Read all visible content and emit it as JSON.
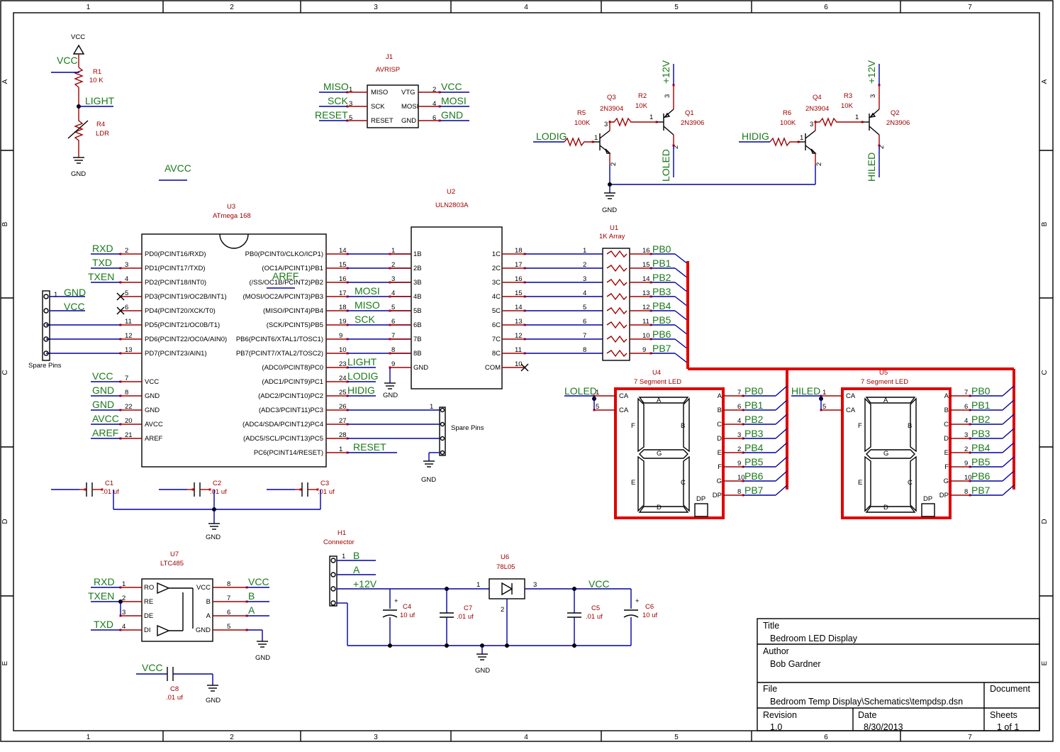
{
  "frame": {
    "cols": [
      "1",
      "2",
      "3",
      "4",
      "5",
      "6",
      "7"
    ],
    "rows": [
      "A",
      "B",
      "C",
      "D",
      "E"
    ]
  },
  "title_block": {
    "title_label": "Title",
    "title": "Bedroom LED Display",
    "author_label": "Author",
    "author": "Bob Gardner",
    "file_label": "File",
    "file": "Bedroom Temp Display\\Schematics\\tempdsp.dsn",
    "document_label": "Document",
    "revision_label": "Revision",
    "revision": "1.0",
    "date_label": "Date",
    "date": "8/30/2013",
    "sheets_label": "Sheets",
    "sheets": "1 of 1"
  },
  "nets": {
    "vcc": "VCC",
    "gnd": "GND",
    "light": "LIGHT",
    "miso": "MISO",
    "mosi": "MOSI",
    "sck": "SCK",
    "reset": "RESET",
    "v12": "+12V",
    "lodig": "LODIG",
    "hidig": "HIDIG",
    "loled": "LOLED",
    "hiled": "HILED",
    "rxd": "RXD",
    "txd": "TXD",
    "txen": "TXEN",
    "avcc": "AVCC",
    "aref": "AREF",
    "a": "A",
    "b": "B",
    "pb": [
      "PB0",
      "PB1",
      "PB2",
      "PB3",
      "PB4",
      "PB5",
      "PB6",
      "PB7"
    ]
  },
  "refs": {
    "r1": "R1",
    "r1v": "10 K",
    "r4": "R4",
    "r4v": "LDR",
    "j1": "J1",
    "j1v": "AVRISP",
    "r5": "R5",
    "r5v": "100K",
    "q3": "Q3",
    "q3v": "2N3904",
    "r2": "R2",
    "r2v": "10K",
    "q1": "Q1",
    "q1v": "2N3906",
    "r6": "R6",
    "r6v": "100K",
    "q4": "Q4",
    "q4v": "2N3904",
    "r3": "R3",
    "r3v": "10K",
    "q2": "Q2",
    "q2v": "2N3906",
    "u3": "U3",
    "u3v": "ATmega 168",
    "u2": "U2",
    "u2v": "ULN2803A",
    "u1": "U1",
    "u1v": "1K Array",
    "u4": "U4",
    "u4v": "7 Segment LED",
    "u5": "U5",
    "u5v": "7 Segment LED",
    "c1": "C1",
    "c2": "C2",
    "c3": "C3",
    "cap_v": ".01 uf",
    "u7": "U7",
    "u7v": "LTC485",
    "h1": "H1",
    "h1v": "Connector",
    "u6": "U6",
    "u6v": "78L05",
    "c4": "C4",
    "c5": "C5",
    "c6": "C6",
    "c7": "C7",
    "c8": "C8",
    "c10uf": "10 uf",
    "spare": "Spare Pins"
  },
  "u3_left": [
    {
      "pin": "2",
      "name": "PD0(PCINT16/RXD)"
    },
    {
      "pin": "3",
      "name": "PD1(PCINT17/TXD)"
    },
    {
      "pin": "4",
      "name": "PD2(PCINT18/INT0)"
    },
    {
      "pin": "5",
      "name": "PD3(PCINT19/OC2B/INT1)"
    },
    {
      "pin": "6",
      "name": "PD4(PCINT20/XCK/T0)"
    },
    {
      "pin": "11",
      "name": "PD5(PCINT21/OC0B/T1)"
    },
    {
      "pin": "12",
      "name": "PD6(PCINT22/OC0A/AIN0)"
    },
    {
      "pin": "13",
      "name": "PD7(PCINT23/AIN1)"
    },
    {
      "pin": "7",
      "name": "VCC"
    },
    {
      "pin": "8",
      "name": "GND"
    },
    {
      "pin": "22",
      "name": "GND"
    },
    {
      "pin": "20",
      "name": "AVCC"
    },
    {
      "pin": "21",
      "name": "AREF"
    }
  ],
  "u3_right": [
    {
      "pin": "14",
      "name": "PB0(PCINT0/CLKO/ICP1)"
    },
    {
      "pin": "15",
      "name": "(OC1A/PCINT1)PB1"
    },
    {
      "pin": "16",
      "name": "(/SS/OC1B/PCINT2)PB2"
    },
    {
      "pin": "17",
      "name": "(MOSI/OC2A/PCINT3)PB3"
    },
    {
      "pin": "18",
      "name": "(MISO/PCINT4)PB4"
    },
    {
      "pin": "19",
      "name": "(SCK/PCINT5)PB5"
    },
    {
      "pin": "9",
      "name": "PB6(PCINT6/XTAL1/TOSC1)"
    },
    {
      "pin": "10",
      "name": "PB7(PCINT7/XTAL2/TOSC2)"
    },
    {
      "pin": "23",
      "name": "(ADC0/PCINT8)PC0"
    },
    {
      "pin": "24",
      "name": "(ADC1/PCINT9)PC1"
    },
    {
      "pin": "25",
      "name": "(ADC2/PCINT10)PC2"
    },
    {
      "pin": "26",
      "name": "(ADC3/PCINT11)PC3"
    },
    {
      "pin": "27",
      "name": "(ADC4/SDA/PCINT12)PC4"
    },
    {
      "pin": "28",
      "name": "(ADC5/SCL/PCINT13)PC5"
    },
    {
      "pin": "1",
      "name": "PC6(PCINT14/RESET)"
    }
  ],
  "u2": {
    "inputs": [
      "1B",
      "2B",
      "3B",
      "4B",
      "5B",
      "6B",
      "7B",
      "8B",
      "GND"
    ],
    "in_pins": [
      "1",
      "2",
      "3",
      "4",
      "5",
      "6",
      "7",
      "8",
      "9"
    ],
    "outputs": [
      "1C",
      "2C",
      "3C",
      "4C",
      "5C",
      "6C",
      "7C",
      "8C",
      "COM"
    ],
    "out_pins": [
      "18",
      "17",
      "16",
      "15",
      "14",
      "13",
      "12",
      "11",
      "10"
    ]
  },
  "u1": {
    "in_pins": [
      "1",
      "2",
      "3",
      "4",
      "5",
      "6",
      "7",
      "8"
    ],
    "out_pins": [
      "16",
      "15",
      "14",
      "13",
      "12",
      "11",
      "10",
      "9"
    ]
  },
  "seg": {
    "segs": [
      "A",
      "B",
      "C",
      "D",
      "E",
      "F",
      "G",
      "DP"
    ],
    "seg_pins": [
      "7",
      "6",
      "4",
      "3",
      "2",
      "9",
      "10",
      "8"
    ],
    "ca": "CA",
    "face": [
      "A",
      "F",
      "B",
      "G",
      "E",
      "C",
      "D",
      "DP"
    ]
  },
  "j1": {
    "left": [
      "MISO",
      "SCK",
      "RESET"
    ],
    "right": [
      "VTG",
      "MOSI",
      "GND"
    ],
    "lp": [
      "1",
      "3",
      "5"
    ],
    "rp": [
      "2",
      "4",
      "6"
    ]
  },
  "u7": {
    "left": [
      "RO",
      "RE",
      "DE",
      "DI"
    ],
    "right": [
      "VCC",
      "B",
      "A",
      "GND"
    ],
    "lp": [
      "1",
      "2",
      "3",
      "4"
    ],
    "rp": [
      "8",
      "7",
      "6",
      "5"
    ]
  },
  "misc_pins": {
    "one": "1",
    "two": "2",
    "three": "3",
    "five": "5",
    "sprite": [
      "1",
      "2",
      "3",
      "4"
    ]
  }
}
